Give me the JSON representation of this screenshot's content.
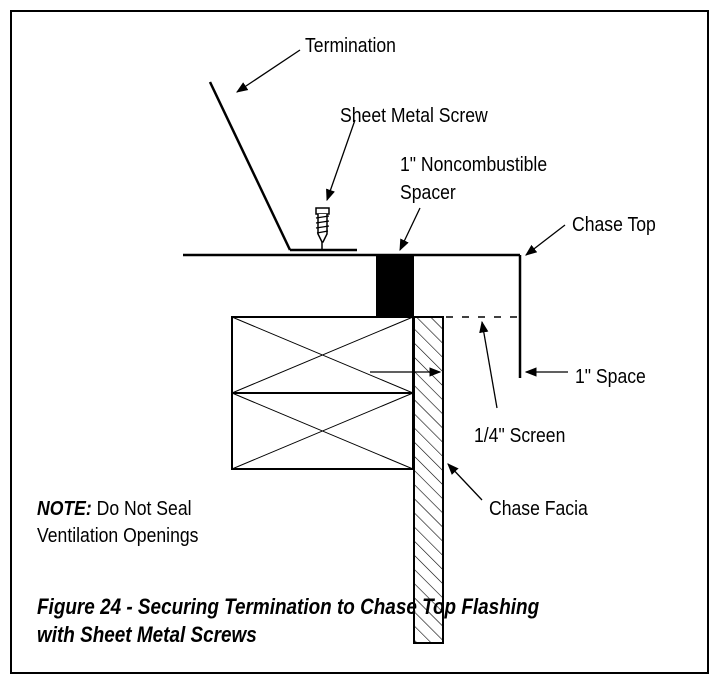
{
  "labels": {
    "termination": "Termination",
    "sheet_metal_screw": "Sheet Metal Screw",
    "spacer_line1": "1\" Noncombustible",
    "spacer_line2": "Spacer",
    "chase_top": "Chase Top",
    "one_inch_space": "1\" Space",
    "screen": "1/4\" Screen",
    "chase_facia": "Chase Facia"
  },
  "note": {
    "prefix": "NOTE:",
    "line1": " Do Not Seal",
    "line2": "Ventilation Openings"
  },
  "caption": {
    "line1": "Figure 24 - Securing Termination to Chase Top Flashing",
    "line2": "with Sheet Metal Screws"
  }
}
